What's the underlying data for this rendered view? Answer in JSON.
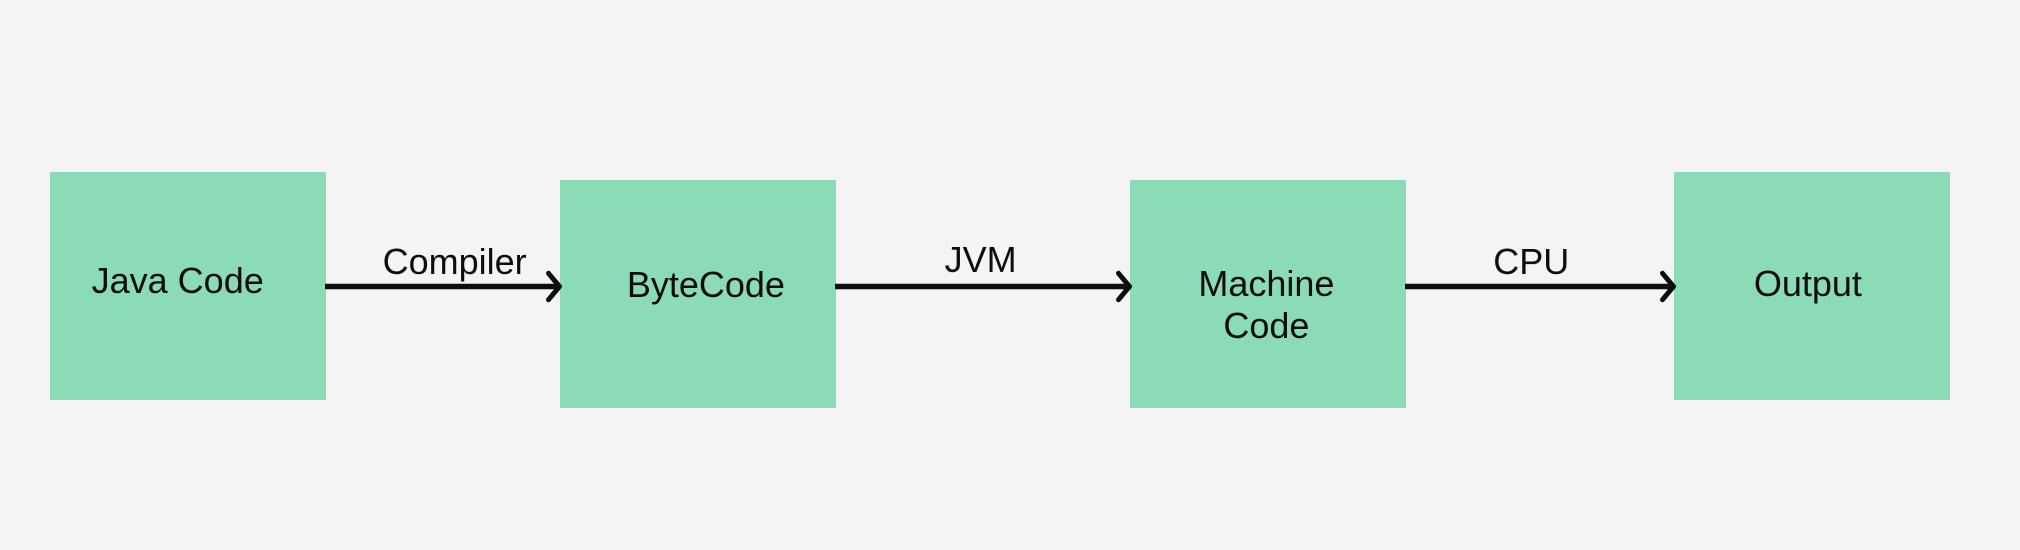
{
  "title": "Java code execution flow diagram",
  "colors": {
    "background": "#f4f4f4",
    "node_fill": "#8adbb6",
    "text": "#0d0d0d",
    "arrow": "#0d0d0d"
  },
  "nodes": [
    {
      "id": "java-code",
      "label": "Java Code"
    },
    {
      "id": "bytecode",
      "label": "ByteCode"
    },
    {
      "id": "machine-code",
      "label": "Machine Code"
    },
    {
      "id": "output",
      "label": "Output"
    }
  ],
  "arrows": [
    {
      "id": "compiler",
      "label": "Compiler",
      "from": "java-code",
      "to": "bytecode"
    },
    {
      "id": "jvm",
      "label": "JVM",
      "from": "bytecode",
      "to": "machine-code"
    },
    {
      "id": "cpu",
      "label": "CPU",
      "from": "machine-code",
      "to": "output"
    }
  ]
}
